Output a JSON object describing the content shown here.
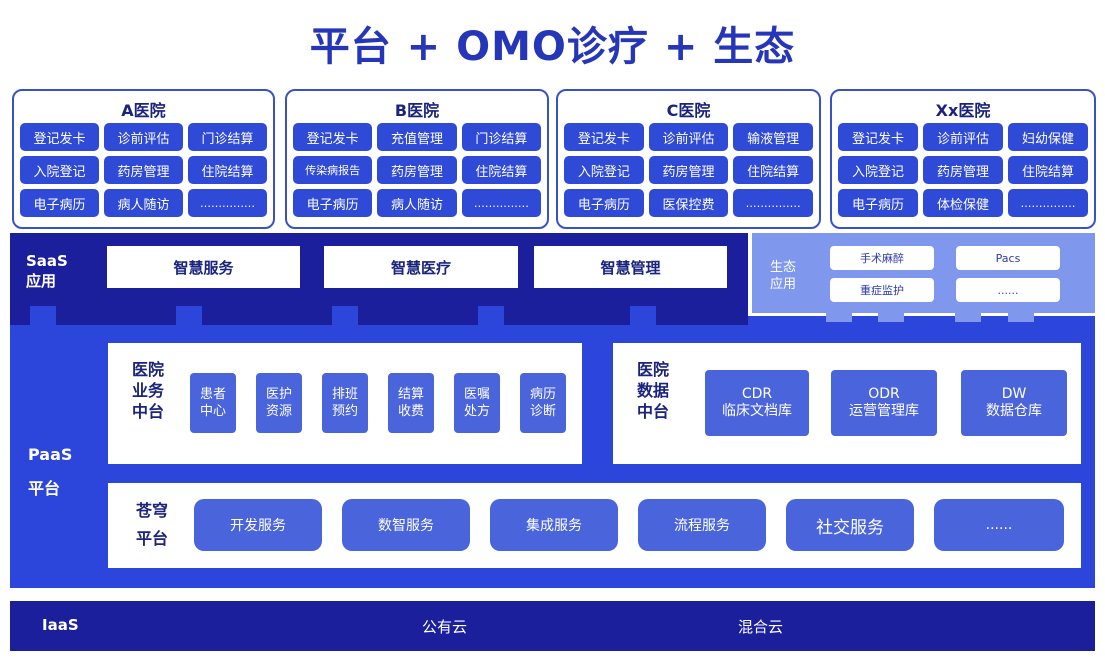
{
  "title": "平台 + OMO诊疗 + 生态",
  "hospitals": [
    {
      "name": "A医院",
      "items": [
        "登记发卡",
        "诊前评估",
        "门诊结算",
        "入院登记",
        "药房管理",
        "住院结算",
        "电子病历",
        "病人随访",
        "……………"
      ]
    },
    {
      "name": "B医院",
      "items": [
        "登记发卡",
        "充值管理",
        "门诊结算",
        "传染病报告",
        "药房管理",
        "住院结算",
        "电子病历",
        "病人随访",
        "……………"
      ]
    },
    {
      "name": "C医院",
      "items": [
        "登记发卡",
        "诊前评估",
        "输液管理",
        "入院登记",
        "药房管理",
        "住院结算",
        "电子病历",
        "医保控费",
        "……………"
      ]
    },
    {
      "name": "Xx医院",
      "items": [
        "登记发卡",
        "诊前评估",
        "妇幼保健",
        "入院登记",
        "药房管理",
        "住院结算",
        "电子病历",
        "体检保健",
        "……………"
      ]
    }
  ],
  "saas": {
    "label_line1": "SaaS",
    "label_line2": "应用",
    "services": [
      "智慧服务",
      "智慧医疗",
      "智慧管理"
    ]
  },
  "ecosystem": {
    "label_line1": "生态",
    "label_line2": "应用",
    "items": [
      "手术麻醉",
      "Pacs",
      "重症监护",
      "......"
    ]
  },
  "paas": {
    "label_line1": "PaaS",
    "label_line2": "平台",
    "business": {
      "label_line1": "医院",
      "label_line2": "业务",
      "label_line3": "中台",
      "modules": [
        {
          "l1": "患者",
          "l2": "中心"
        },
        {
          "l1": "医护",
          "l2": "资源"
        },
        {
          "l1": "排班",
          "l2": "预约"
        },
        {
          "l1": "结算",
          "l2": "收费"
        },
        {
          "l1": "医嘱",
          "l2": "处方"
        },
        {
          "l1": "病历",
          "l2": "诊断"
        }
      ]
    },
    "data_center": {
      "label_line1": "医院",
      "label_line2": "数据",
      "label_line3": "中台",
      "modules": [
        {
          "l1": "CDR",
          "l2": "临床文档库"
        },
        {
          "l1": "ODR",
          "l2": "运营管理库"
        },
        {
          "l1": "DW",
          "l2": "数据仓库"
        }
      ]
    },
    "cangqiong": {
      "label_line1": "苍穹",
      "label_line2": "平台",
      "services": [
        "开发服务",
        "数智服务",
        "集成服务",
        "流程服务",
        "社交服务",
        "......"
      ]
    }
  },
  "iaas": {
    "label": "IaaS",
    "public_cloud": "公有云",
    "hybrid_cloud": "混合云"
  },
  "colors": {
    "title": "#2636b8",
    "dark_band": "#1b1f9c",
    "paas_band": "#2c46dc",
    "eco_band": "#7f98ee",
    "module": "#4a64dc",
    "cell": "#2f4ad6"
  }
}
